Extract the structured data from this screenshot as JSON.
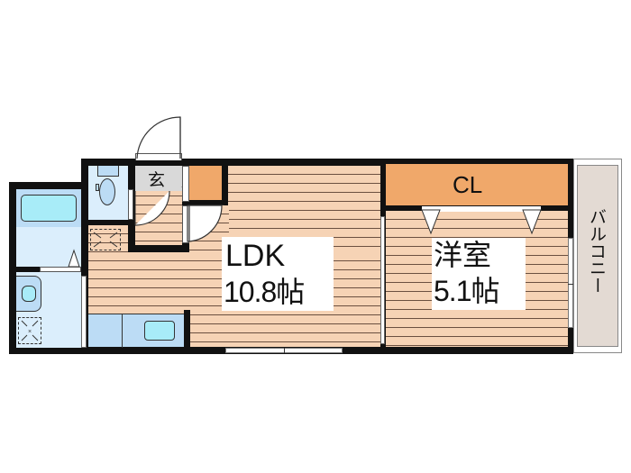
{
  "floorplan": {
    "rooms": {
      "ldk": {
        "name": "LDK",
        "size": "10.8帖"
      },
      "western_room": {
        "name": "洋室",
        "size": "5.1帖"
      },
      "closet": {
        "name": "CL"
      },
      "entrance": {
        "name": "玄"
      },
      "balcony": {
        "name": "バルコニー"
      }
    },
    "colors": {
      "wall": "#111111",
      "floor": "#f6d3b5",
      "floor_line": "#6b5040",
      "storage": "#f0a86a",
      "wet_area": "#dbeefc",
      "fixture": "#a8ecf8",
      "entrance": "#d9d9d9",
      "balcony": "#e3dad3"
    }
  }
}
